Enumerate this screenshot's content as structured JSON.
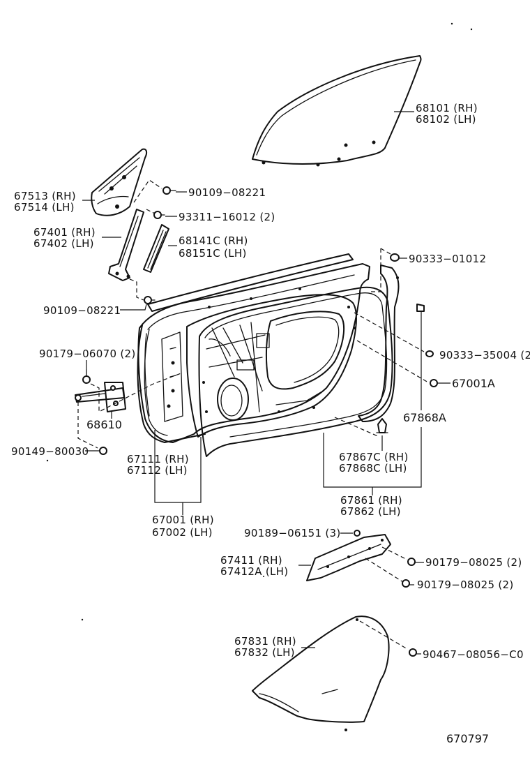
{
  "labels": {
    "l68101": "68101 (RH)",
    "l68102": "68102 (LH)",
    "l67513": "67513 (RH)",
    "l67514": "67514 (LH)",
    "l90109a": "90109−08221",
    "l93311": "93311−16012 (2)",
    "l67401": "67401 (RH)",
    "l67402": "67402 (LH)",
    "l68141": "68141C (RH)",
    "l68151": "68151C (LH)",
    "l90333a": "90333−01012",
    "l90109b": "90109−08221",
    "l90333b": "90333−35004 (2)",
    "l90179a": "90179−06070 (2)",
    "l67001a": "67001A",
    "l67868a": "67868A",
    "l68610": "68610",
    "l90149": "90149−80030",
    "l67867c": "67867C (RH)",
    "l67868c": "67868C (LH)",
    "l67111": "67111 (RH)",
    "l67112": "67112 (LH)",
    "l67861": "67861 (RH)",
    "l67862": "67862 (LH)",
    "l67001": "67001 (RH)",
    "l67002": "67002 (LH)",
    "l90189": "90189−06151 (3)",
    "l67411": "67411   (RH)",
    "l67412": "67412A (LH)",
    "l90179b": "90179−08025 (2)",
    "l90179c": "90179−08025 (2)",
    "l67831": "67831 (RH)",
    "l67832": "67832 (LH)",
    "l90467": "90467−08056−C0",
    "figure_no": "670797"
  }
}
